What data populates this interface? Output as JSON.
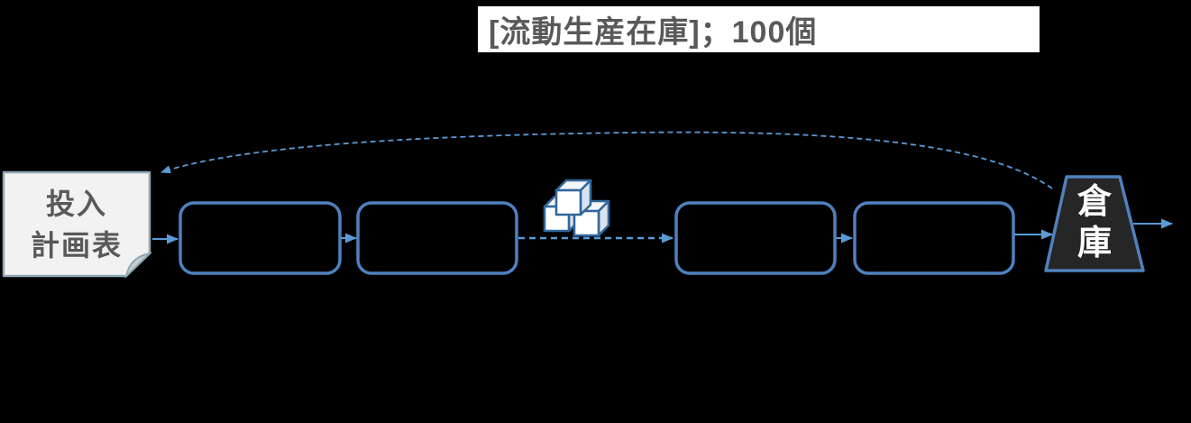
{
  "diagram": {
    "title": "[流動生産在庫]；100個",
    "input_plan_note": {
      "lines": [
        "投入",
        "計画表"
      ]
    },
    "process_box_count": 4,
    "inventory_icon": "cubes-icon",
    "warehouse": {
      "lines": [
        "倉",
        "庫"
      ]
    },
    "colors": {
      "background": "#000000",
      "box_border": "#4f81bd",
      "arrow": "#5b9bd5",
      "note_fill": "#f2f2f2",
      "note_border": "#8fa8b4",
      "note_fold": "#c9ccd2",
      "title_text": "#595959",
      "title_fill": "#ffffff",
      "warehouse_fill": "#262626",
      "warehouse_text": "#ffffff",
      "cube_outline": "#31679b"
    }
  }
}
